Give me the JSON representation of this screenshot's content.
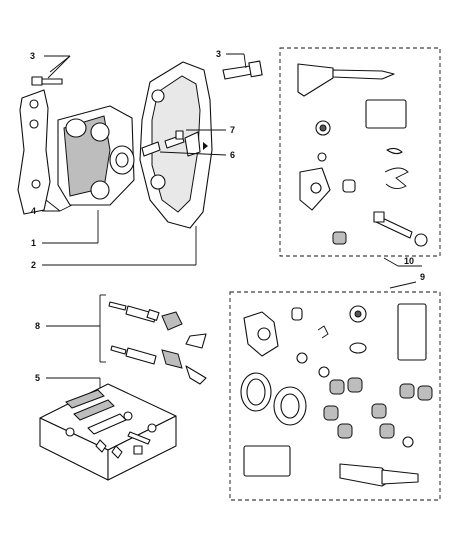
{
  "callouts": {
    "c1": "1",
    "c2": "2",
    "c3a": "3",
    "c3b": "3",
    "c4": "4",
    "c5": "5",
    "c6": "6",
    "c7": "7",
    "c8": "8",
    "c9": "9",
    "c10": "10"
  },
  "colors": {
    "line": "#111111",
    "shade": "#bdbdbd",
    "background": "#ffffff"
  }
}
